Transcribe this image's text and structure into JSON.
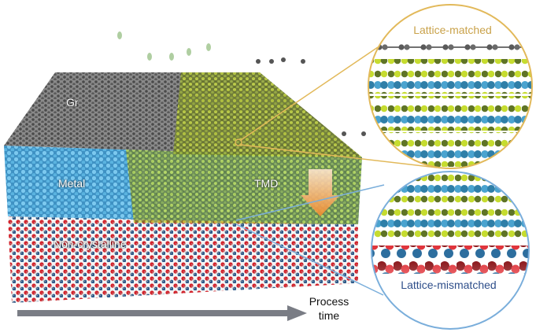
{
  "labels": {
    "graphene": "Gr",
    "metal": "Metal",
    "tmd": "TMD",
    "non_crystalline": "Non-crystalline",
    "lattice_matched": "Lattice-matched",
    "lattice_mismatched": "Lattice-mismatched",
    "process_line1": "Process",
    "process_line2": "time"
  },
  "colors": {
    "graphene": "#6b6b6b",
    "metal": "#5bb8e0",
    "tmd": "#b8d43a",
    "non_crystalline": "#c8202a",
    "matched_outline": "#e2b95a",
    "mismatched_outline": "#7aaedb",
    "arrow": "#7a7d85"
  }
}
